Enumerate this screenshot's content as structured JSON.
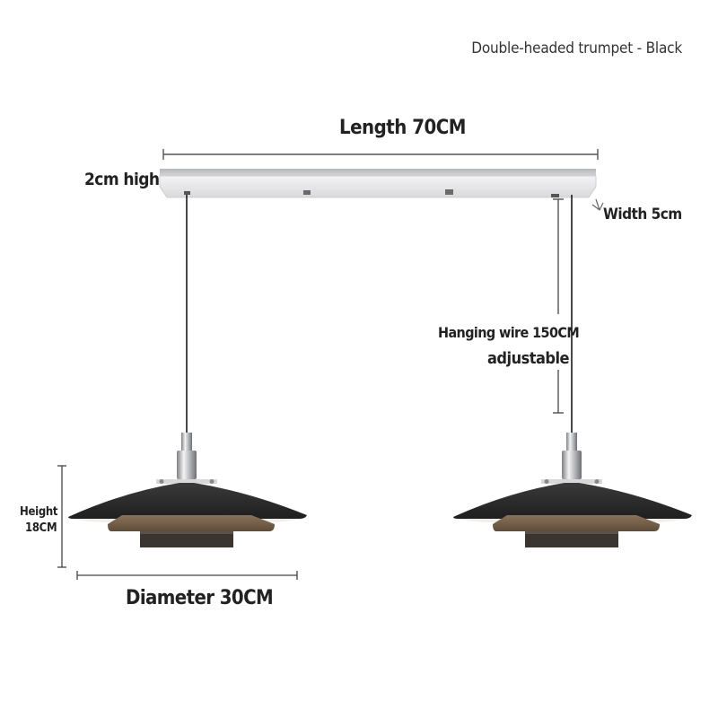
{
  "product": {
    "title": "Double-headed trumpet - Black"
  },
  "dimensions": {
    "length": "Length 70CM",
    "bar_height": "2cm high",
    "width": "Width 5cm",
    "wire_length": "Hanging wire 150CM",
    "wire_note": "adjustable",
    "height_label": "Height",
    "height_value": "18CM",
    "diameter": "Diameter 30CM"
  },
  "colors": {
    "finish": "#2b2b2b",
    "bar": "#e6e6e8",
    "inner_shade": "#7a6550",
    "chrome": "#c9c9cc"
  }
}
